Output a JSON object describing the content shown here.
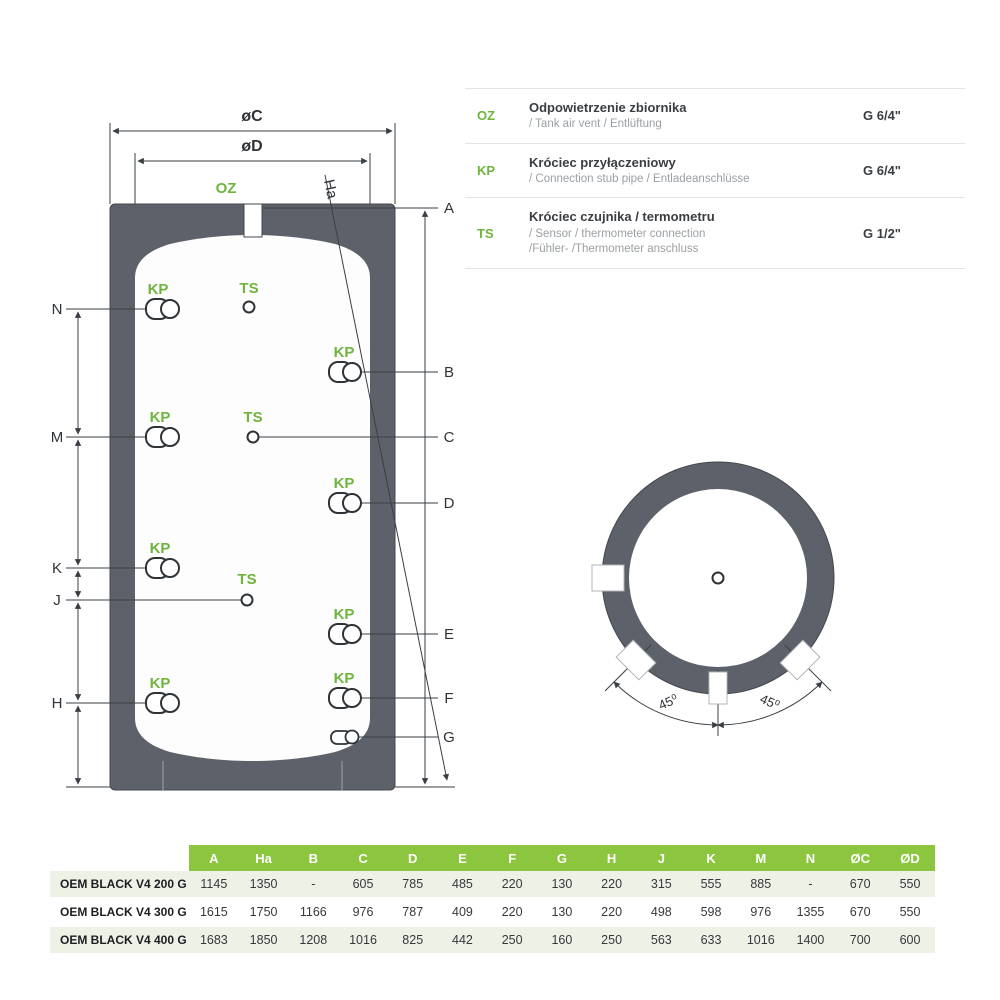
{
  "colors": {
    "accent_green": "#8cc63e",
    "label_green": "#6eb43d",
    "tank_gray": "#5d6169"
  },
  "legend": {
    "rows": [
      {
        "code": "OZ",
        "title": "Odpowietrzenie zbiornika",
        "subtitle": "/ Tank air vent / Entlüftung",
        "subtitle2": "",
        "size": "G 6/4\""
      },
      {
        "code": "KP",
        "title": "Króciec przyłączeniowy",
        "subtitle": "/ Connection stub pipe / Entladeanschlüsse",
        "subtitle2": "",
        "size": "G 6/4\""
      },
      {
        "code": "TS",
        "title": "Króciec czujnika / termometru",
        "subtitle": "/ Sensor / thermometer connection",
        "subtitle2": "/Fühler- /Thermometer anschluss",
        "size": "G 1/2\""
      }
    ]
  },
  "diagram": {
    "dim_outer": "øC",
    "dim_inner": "øD",
    "vent_label": "OZ",
    "height_label": "Ha",
    "kp_label": "KP",
    "ts_label": "TS",
    "left_labels": [
      "N",
      "M",
      "K",
      "J",
      "H"
    ],
    "right_labels": [
      "A",
      "B",
      "C",
      "D",
      "E",
      "F",
      "G"
    ],
    "top_view": {
      "angle_label": "45⁰"
    }
  },
  "table": {
    "headers": [
      "",
      "A",
      "Ha",
      "B",
      "C",
      "D",
      "E",
      "F",
      "G",
      "H",
      "J",
      "K",
      "M",
      "N",
      "ØC",
      "ØD"
    ],
    "rows": [
      {
        "name": "OEM BLACK V4 200 G",
        "values": [
          "1145",
          "1350",
          "-",
          "605",
          "785",
          "485",
          "220",
          "130",
          "220",
          "315",
          "555",
          "885",
          "-",
          "670",
          "550"
        ]
      },
      {
        "name": "OEM BLACK V4 300 G",
        "values": [
          "1615",
          "1750",
          "1166",
          "976",
          "787",
          "409",
          "220",
          "130",
          "220",
          "498",
          "598",
          "976",
          "1355",
          "670",
          "550"
        ]
      },
      {
        "name": "OEM BLACK V4 400 G",
        "values": [
          "1683",
          "1850",
          "1208",
          "1016",
          "825",
          "442",
          "250",
          "160",
          "250",
          "563",
          "633",
          "1016",
          "1400",
          "700",
          "600"
        ]
      }
    ]
  }
}
